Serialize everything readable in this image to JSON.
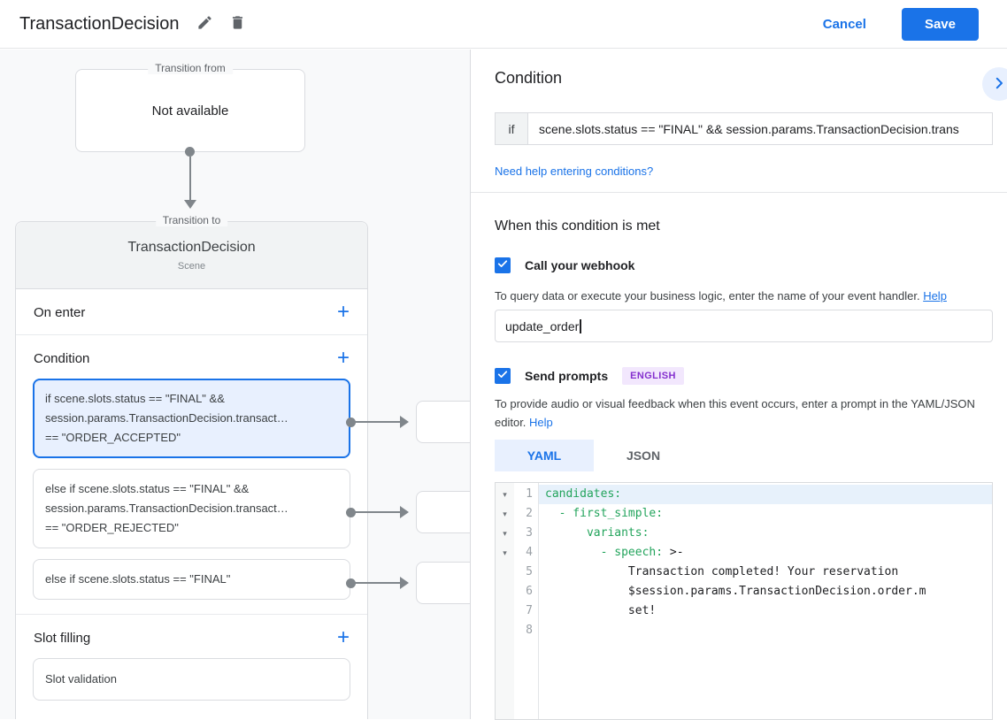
{
  "topbar": {
    "title": "TransactionDecision",
    "cancel_label": "Cancel",
    "save_label": "Save"
  },
  "icons": {
    "plus_glyph": "+",
    "collapse_glyph": "▾"
  },
  "colors": {
    "accent_blue": "#1a73e8",
    "selected_card_bg": "#e8f0fe",
    "code_key_green": "#23a45c",
    "badge_text": "#8430ce",
    "badge_bg": "#f2e7fd",
    "highlighted_line_bg": "#e7f1fb"
  },
  "diagram": {
    "transition_from": {
      "label": "Transition from",
      "content": "Not available"
    },
    "transition_to": {
      "label": "Transition to",
      "title": "TransactionDecision",
      "subtitle": "Scene",
      "on_enter_title": "On enter",
      "condition_title": "Condition",
      "slot_filling_title": "Slot filling",
      "conditions": [
        {
          "lines": [
            "if scene.slots.status == \"FINAL\" &&",
            "session.params.TransactionDecision.transact…",
            "== \"ORDER_ACCEPTED\""
          ]
        },
        {
          "lines": [
            "else if scene.slots.status == \"FINAL\" &&",
            "session.params.TransactionDecision.transact…",
            "== \"ORDER_REJECTED\""
          ]
        },
        {
          "lines": [
            "else if scene.slots.status == \"FINAL\""
          ]
        }
      ],
      "slot_card": "Slot validation"
    }
  },
  "panel": {
    "condition": {
      "heading": "Condition",
      "if_label": "if",
      "expression": "scene.slots.status == \"FINAL\" && session.params.TransactionDecision.trans",
      "help_link": "Need help entering conditions?"
    },
    "when_met": {
      "heading": "When this condition is met",
      "webhook": {
        "label": "Call your webhook",
        "description": "To query data or execute your business logic, enter the name of your event handler. ",
        "help_label": "Help",
        "value": "update_order"
      },
      "prompts": {
        "label": "Send prompts",
        "badge": "ENGLISH",
        "description": "To provide audio or visual feedback when this event occurs, enter a prompt in the YAML/JSON editor. ",
        "help_label": "Help",
        "tab_yaml": "YAML",
        "tab_json": "JSON"
      }
    },
    "editor": {
      "lines": [
        {
          "num": 1,
          "key_part": "candidates:",
          "plain_part": ""
        },
        {
          "num": 2,
          "key_part": "  - first_simple:",
          "plain_part": ""
        },
        {
          "num": 3,
          "key_part": "      variants:",
          "plain_part": ""
        },
        {
          "num": 4,
          "key_part": "        - speech: ",
          "plain_part": ">-"
        },
        {
          "num": 5,
          "key_part": "",
          "plain_part": "            Transaction completed! Your reservation"
        },
        {
          "num": 6,
          "key_part": "",
          "plain_part": "            $session.params.TransactionDecision.order.m"
        },
        {
          "num": 7,
          "key_part": "",
          "plain_part": "            set!"
        },
        {
          "num": 8,
          "key_part": "",
          "plain_part": ""
        }
      ]
    }
  }
}
